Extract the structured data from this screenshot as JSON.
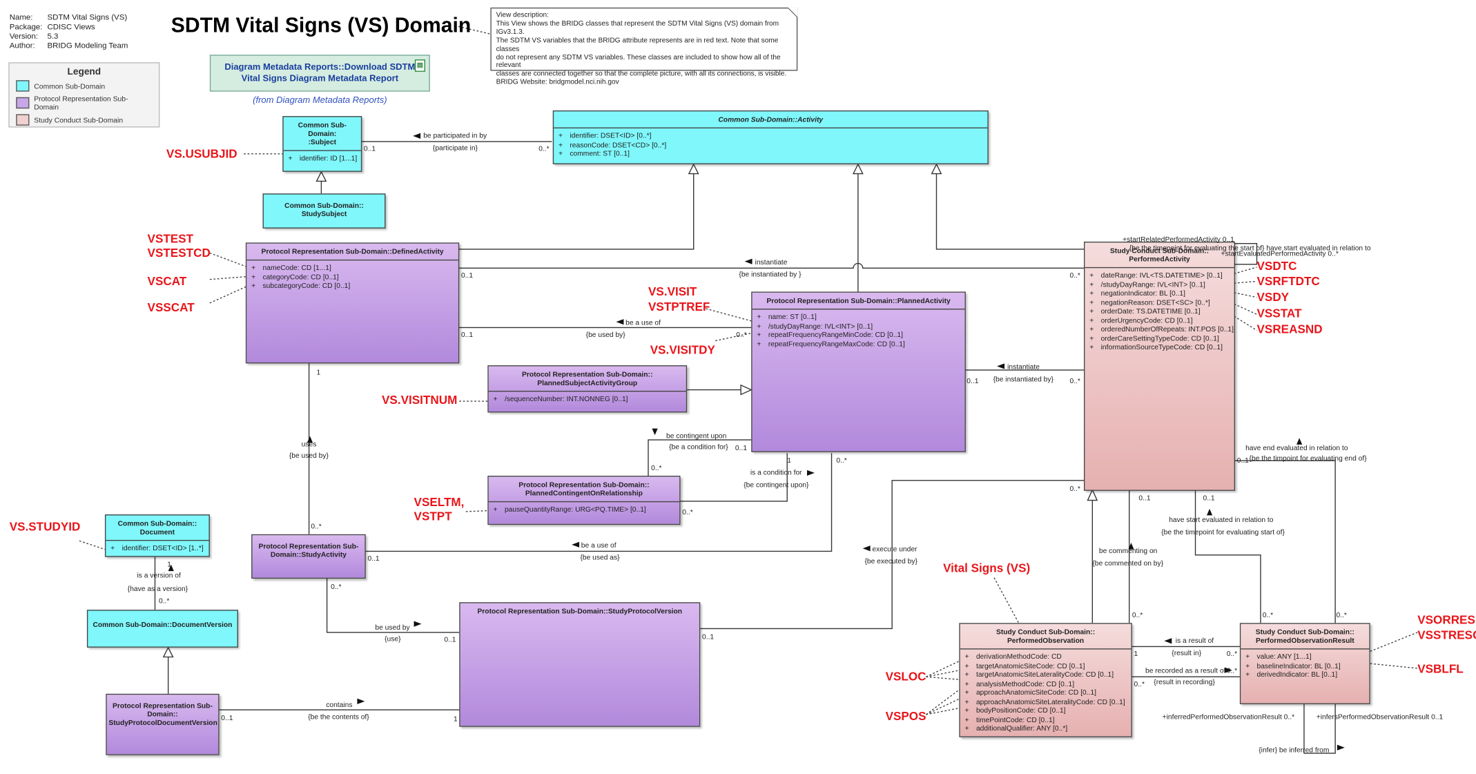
{
  "meta": [
    {
      "k": "Name:",
      "v": "SDTM Vital Signs (VS)"
    },
    {
      "k": "Package:",
      "v": "CDISC Views"
    },
    {
      "k": "Version:",
      "v": "5.3"
    },
    {
      "k": "Author:",
      "v": "BRIDG Modeling Team"
    }
  ],
  "title": "SDTM Vital Signs (VS) Domain",
  "note": [
    "View description:",
    "This View shows the BRIDG classes that represent the SDTM Vital Signs (VS) domain from IGv3.1.3.",
    "The SDTM VS variables that the BRIDG attribute represents are in red text. Note that some classes",
    "do not represent any SDTM VS variables. These classes are included to show how all of the relevant",
    "classes are connected together so that the complete picture, with all its connections, is visible.",
    "BRIDG Website:  bridgmodel.nci.nih.gov"
  ],
  "legend": {
    "title": "Legend",
    "items": [
      {
        "label": "Common Sub-Domain",
        "color": "#7ff7fb"
      },
      {
        "label": "Protocol Representation Sub-Domain",
        "color": "#c9a6e8"
      },
      {
        "label": "Study Conduct Sub-Domain",
        "color": "#f0d0d0"
      }
    ]
  },
  "diagram_ref": {
    "line1": "Diagram Metadata Reports::Download SDTM",
    "line2": "Vital Signs Diagram Metadata Report",
    "from": "(from Diagram Metadata Reports)",
    "icon": "document-icon"
  },
  "classes": {
    "subject": {
      "name1": "Common Sub-Domain:",
      "name2": ":Subject",
      "attrs": [
        [
          "+",
          "identifier: ID [1...1]"
        ]
      ]
    },
    "activity": {
      "name1": "Common Sub-Domain::Activity",
      "attrs": [
        [
          "+",
          "identifier: DSET<ID> [0..*]"
        ],
        [
          "+",
          "reasonCode: DSET<CD> [0..*]"
        ],
        [
          "+",
          "comment: ST [0..1]"
        ]
      ]
    },
    "studysubject": {
      "name1": "Common Sub-Domain::",
      "name2": "StudySubject"
    },
    "definedactivity": {
      "name1": "Protocol Representation Sub-Domain::DefinedActivity",
      "attrs": [
        [
          "+",
          "nameCode: CD [1...1]"
        ],
        [
          "+",
          "categoryCode: CD [0..1]"
        ],
        [
          "+",
          "subcategoryCode: CD [0..1]"
        ]
      ]
    },
    "plannedactivity": {
      "name1": "Protocol Representation Sub-Domain::PlannedActivity",
      "attrs": [
        [
          "+",
          "name: ST [0..1]"
        ],
        [
          "+",
          "/studyDayRange: IVL<INT> [0..1]"
        ],
        [
          "+",
          "repeatFrequencyRangeMinCode: CD [0..1]"
        ],
        [
          "+",
          "repeatFrequencyRangeMaxCode: CD [0..1]"
        ]
      ]
    },
    "psag": {
      "name1": "Protocol Representation Sub-Domain::",
      "name2": "PlannedSubjectActivityGroup",
      "attrs": [
        [
          "+",
          "/sequenceNumber: INT.NONNEG [0..1]"
        ]
      ]
    },
    "pcor": {
      "name1": "Protocol Representation Sub-Domain::",
      "name2": "PlannedContingentOnRelationship",
      "attrs": [
        [
          "+",
          "pauseQuantityRange: URG<PQ.TIME> [0..1]"
        ]
      ]
    },
    "performedactivity": {
      "name1": "Study Conduct Sub-Domain::",
      "name2": "PerformedActivity",
      "attrs": [
        [
          "+",
          "dateRange: IVL<TS.DATETIME> [0..1]"
        ],
        [
          "+",
          "/studyDayRange: IVL<INT> [0..1]"
        ],
        [
          "+",
          "negationIndicator: BL [0..1]"
        ],
        [
          "+",
          "negationReason: DSET<SC> [0..*]"
        ],
        [
          "+",
          "orderDate: TS.DATETIME [0..1]"
        ],
        [
          "+",
          "orderUrgencyCode: CD [0..1]"
        ],
        [
          "+",
          "orderedNumberOfRepeats: INT.POS [0..1]"
        ],
        [
          "+",
          "orderCareSettingTypeCode: CD [0..1]"
        ],
        [
          "+",
          "informationSourceTypeCode: CD [0..1]"
        ]
      ]
    },
    "document": {
      "name1": "Common Sub-Domain::",
      "name2": "Document",
      "attrs": [
        [
          "+",
          "identifier: DSET<ID> [1..*]"
        ]
      ]
    },
    "studyactivity": {
      "name1": "Protocol Representation Sub-",
      "name2": "Domain::StudyActivity"
    },
    "documentversion": {
      "name1": "Common Sub-Domain::DocumentVersion"
    },
    "studyprotocolversion": {
      "name1": "Protocol Representation Sub-Domain::StudyProtocolVersion"
    },
    "spdv": {
      "name1": "Protocol Representation Sub-",
      "name2": "Domain::",
      "name3": "StudyProtocolDocumentVersion"
    },
    "perfobs": {
      "name1": "Study Conduct Sub-Domain::",
      "name2": "PerformedObservation",
      "attrs": [
        [
          "+",
          "derivationMethodCode: CD"
        ],
        [
          "+",
          "targetAnatomicSiteCode: CD [0..1]"
        ],
        [
          "+",
          "targetAnatomicSiteLateralityCode: CD [0..1]"
        ],
        [
          "+",
          "analysisMethodCode: CD [0..1]"
        ],
        [
          "+",
          "approachAnatomicSiteCode: CD [0..1]"
        ],
        [
          "+",
          "approachAnatomicSiteLateralityCode: CD [0..1]"
        ],
        [
          "+",
          "bodyPositionCode: CD [0..1]"
        ],
        [
          "+",
          "timePointCode: CD [0..1]"
        ],
        [
          "+",
          "additionalQualifier: ANY [0..*]"
        ]
      ]
    },
    "perfobsresult": {
      "name1": "Study Conduct Sub-Domain::",
      "name2": "PerformedObservationResult",
      "attrs": [
        [
          "+",
          "value: ANY [1...1]"
        ],
        [
          "+",
          "baselineIndicator: BL [0..1]"
        ],
        [
          "+",
          "derivedIndicator: BL [0..1]"
        ]
      ]
    }
  },
  "red_labels": {
    "usubjid": "VS.USUBJID",
    "vstest": "VSTEST",
    "vstestcd": "VSTESTCD",
    "vscat": "VSCAT",
    "vsscat": "VSSCAT",
    "visit": "VS.VISIT",
    "vstptref": "VSTPTREF",
    "visitdy": "VS.VISITDY",
    "visitnum": "VS.VISITNUM",
    "vseltm": "VSELTM,",
    "vstpt": "VSTPT",
    "studyid": "VS.STUDYID",
    "vitalsigns": "Vital Signs (VS)",
    "vsloc": "VSLOC",
    "vspos": "VSPOS",
    "vsdtc": "VSDTC",
    "vsrftdtc": "VSRFTDTC",
    "vsdy": "VSDY",
    "vsstat": "VSSTAT",
    "vsreasnd": "VSREASND",
    "vsorres": "VSORRES",
    "vsstresc": "VSSTRESC",
    "vsblfl": "VSBLFL"
  },
  "assoc_labels": {
    "be_participated": "be participated in by",
    "participate_in": "{participate in}",
    "m_01a": "0..1",
    "m_0sa": "0..*",
    "instantiate": "instantiate",
    "be_instantiated": "{be instantiated by }",
    "m_01b": "0..1",
    "m_0sb": "0..*",
    "be_a_use_of": "be a use of",
    "be_used_by": "{be used by}",
    "m_01c": "0..1",
    "m_0sc": "0..*",
    "instantiate2": "instantiate",
    "be_instantiated2": "{be instantiated by}",
    "m_01d": "0..1",
    "m_0sd": "0..*",
    "be_contingent": "be contingent upon",
    "be_condition_for": "{be a condition for}",
    "m_01e": "0..1",
    "m_0se": "0..*",
    "is_condition_for": "is a condition for",
    "be_contingent2": "{be contingent upon}",
    "m_1a": "1",
    "m_0sf": "0..*",
    "uses": "uses",
    "be_used_by2": "{be used by}",
    "m_1b": "1",
    "m_0sg": "0..*",
    "be_a_use_of2": "be a use of",
    "be_used_as": "{be used as}",
    "m_01f": "0..1",
    "m_0sh": "0..*",
    "execute_under": "execute under",
    "be_executed_by": "{be executed by}",
    "m_0si": "0..*",
    "m_01g": "0..1",
    "is_version_of": "is a version of",
    "have_as_version": "{have as a version}",
    "m_1c": "1",
    "m_0sj": "0..*",
    "be_used_by3": "be used by",
    "use": "{use}",
    "m_01h": "0..1",
    "m_0sk": "0..*",
    "contains": "contains",
    "be_contents": "{be the contents of}",
    "m_01i": "0..1",
    "m_1d": "1",
    "start_related": "+startRelatedPerformedActivity 0..1",
    "timepoint_start": "{be the timepoint for evaluating the start of} have start evaluated in relation to",
    "start_evaluated": "+startEvaluatedPerformedActivity 0..*",
    "have_end": "have end evaluated in relation to",
    "timepoint_end": "{be the timpoint for evaluating end of}",
    "m_01j": "0..1",
    "have_start2": "have start evaluated in relation to",
    "timepoint_start2": "{be the timepoint for evaluating start of}",
    "m_01k": "0..1",
    "m_0sl": "0..*",
    "be_commenting": "be commenting on",
    "be_commented": "{be commented on by}",
    "m_01l": "0..1",
    "m_0sm": "0..*",
    "is_result_of": "is a result of",
    "result_in": "{result in}",
    "m_1e": "1",
    "m_0sn": "0..*",
    "be_recorded": "be recorded as a result of",
    "result_recording": "{result in recording}",
    "m_0so": "0..*",
    "m_0sp": "0..*",
    "m_0sq": "0..*",
    "inferred": "+inferredPerformedObservationResult 0..*",
    "infers": "+infersPerformedObservationResult 0..1",
    "infer": "{infer} be inferred from"
  }
}
